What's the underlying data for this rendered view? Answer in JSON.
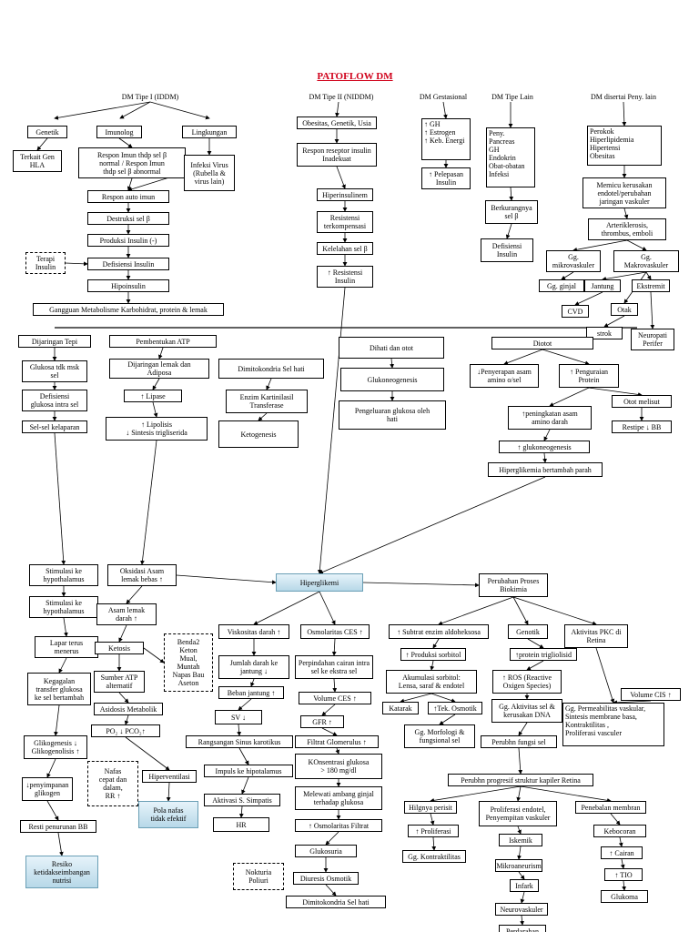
{
  "title": "PATOFLOW DM",
  "columns": [
    "DM Tipe I (IDDM)",
    "DM Tipe II (NIDDM)",
    "DM Gestasional",
    "DM Tipe Lain",
    "DM disertai Peny. lain"
  ],
  "nodes": [
    {
      "id": "genetik",
      "text": "Genetik"
    },
    {
      "id": "imunolog",
      "text": "Imunolog"
    },
    {
      "id": "lingkungan",
      "text": "Lingkungan"
    },
    {
      "id": "gen_hla",
      "text": "Terkait Gen\nHLA"
    },
    {
      "id": "respon_imun",
      "text": "Respon Imun thdp sel β\nnormal / Respon Imun\nthdp sel β abnormal"
    },
    {
      "id": "infeksi",
      "text": "Infeksi Virus\n(Rubella &\nvirus lain)"
    },
    {
      "id": "auto_imun",
      "text": "Respon auto imun"
    },
    {
      "id": "destruksi",
      "text": "Destruksi sel β"
    },
    {
      "id": "produksi_insulin",
      "text": "Produksi Insulin (-)"
    },
    {
      "id": "terapi",
      "text": "Terapi\nInsulin"
    },
    {
      "id": "defisiensi1",
      "text": "Defisiensi Insulin"
    },
    {
      "id": "hipoinsulin",
      "text": "Hipoinsulin"
    },
    {
      "id": "gangguan",
      "text": "Gangguan Metabolisme Karbohidrat, protein & lemak"
    },
    {
      "id": "obesitas",
      "text": "Obesitas, Genetik, Usia"
    },
    {
      "id": "respon_reseptor",
      "text": "Respon reseptor insulin\nInadekuat"
    },
    {
      "id": "hiperinsulinem",
      "text": "Hiperinsulinem"
    },
    {
      "id": "resistensi_terk",
      "text": "Resistensi\nterkompensasi"
    },
    {
      "id": "kelelahan",
      "text": "Kelelahan sel β"
    },
    {
      "id": "resistensi_ins",
      "text": "↑ Resistensi\nInsulin"
    },
    {
      "id": "gest_hormon",
      "text": "↑ GH\n↑ Estrogen\n↑ Keb. Energi"
    },
    {
      "id": "pelepasan",
      "text": "↑ Pelepasan\nInsulin"
    },
    {
      "id": "lain_list",
      "text": "Peny.\nPancreas\nGH\nEndokrin\nObat-obatan\nInfeksi"
    },
    {
      "id": "berkurang",
      "text": "Berkurangnya\nsel β"
    },
    {
      "id": "defisiensi2",
      "text": "Defisiensi\nInsulin"
    },
    {
      "id": "peny_list",
      "text": "Perokok\nHiperlipidemia\nHipertensi\nObesitas"
    },
    {
      "id": "memicu",
      "text": "Memicu kerusakan\nendotel/perubahan\njaringan vaskuler"
    },
    {
      "id": "arteriosk",
      "text": "Arteriklerosis,\nthrombus, emboli"
    },
    {
      "id": "gg_mikro",
      "text": "Gg.\nmikrovaskuler"
    },
    {
      "id": "gg_makro",
      "text": "Gg.\nMakrovaskuler"
    },
    {
      "id": "gg_ginjal",
      "text": "Gg. ginjal"
    },
    {
      "id": "jantung",
      "text": "Jantung"
    },
    {
      "id": "ekstremit",
      "text": "Ekstremit"
    },
    {
      "id": "cvd",
      "text": "CVD"
    },
    {
      "id": "otak",
      "text": "Otak"
    },
    {
      "id": "strok",
      "text": "strok"
    },
    {
      "id": "neuropati",
      "text": "Neuropati\nPerifer"
    },
    {
      "id": "dijaringan_tepi",
      "text": "Dijaringan Tepi"
    },
    {
      "id": "pembentukan",
      "text": "Pembentukan ATP"
    },
    {
      "id": "glukosa_tidak",
      "text": "Glukosa tdk msk\nsel"
    },
    {
      "id": "dijaringan_lemak",
      "text": "Dijaringan lemak dan\nAdiposa"
    },
    {
      "id": "dimitokondria1",
      "text": "Dimitokondria Sel hati"
    },
    {
      "id": "defisiensi_glu",
      "text": "Defisiensi\nglukosa intra sel"
    },
    {
      "id": "lipase",
      "text": "↑ Lipase"
    },
    {
      "id": "enzim",
      "text": "Enzim Kartinilasil\nTransferase"
    },
    {
      "id": "sel_kelaparan",
      "text": "Sel-sel kelaparan"
    },
    {
      "id": "lipolisis",
      "text": "↑ Lipolisis\n↓ Sintesis trigliserida"
    },
    {
      "id": "ketogenesis",
      "text": "Ketogenesis"
    },
    {
      "id": "dihati",
      "text": "Dihati dan otot"
    },
    {
      "id": "glukoneo1",
      "text": "Glukoneogenesis"
    },
    {
      "id": "pengeluaran",
      "text": "Pengeluaran glukosa oleh\nhati"
    },
    {
      "id": "diotot",
      "text": "Diotot"
    },
    {
      "id": "penyerapan",
      "text": "↓Penyerapan asam\namino o/sel"
    },
    {
      "id": "penguraian",
      "text": "↑ Penguraian\nProtein"
    },
    {
      "id": "otot_melisut",
      "text": "Otot melisut"
    },
    {
      "id": "peningkatan_asam",
      "text": "↑peningkatan asam\namino darah"
    },
    {
      "id": "restipe",
      "text": "Restipe ↓ BB"
    },
    {
      "id": "glukoneo2",
      "text": "↑ glukoneogenesis"
    },
    {
      "id": "hiperglikemia_parah",
      "text": "Hiperglikemia bertambah parah"
    },
    {
      "id": "stim1",
      "text": "Stimulasi ke\nhypothalamus"
    },
    {
      "id": "oksidasi",
      "text": "Oksidasi Asam\nlemak bebas ↑"
    },
    {
      "id": "hiperglikemi",
      "text": "Hiperglikemi"
    },
    {
      "id": "perubahan_proses",
      "text": "Perubahan Proses\nBiokimia"
    },
    {
      "id": "stim2",
      "text": "Stimulasi ke\nhypothalamus"
    },
    {
      "id": "asam_lemak",
      "text": "Asam lemak\ndarah ↑"
    },
    {
      "id": "lapar",
      "text": "Lapar terus\nmenerus"
    },
    {
      "id": "ketosis",
      "text": "Ketosis"
    },
    {
      "id": "benda2",
      "text": "Benda2\nKeton\nMual,\nMuntah\nNapas Bau\nAseton"
    },
    {
      "id": "kegagalan",
      "text": "Kegagalan\ntransfer glukosa\nke sel bertambah"
    },
    {
      "id": "sumber_atp",
      "text": "Sumber ATP\nalternatif"
    },
    {
      "id": "asidosis",
      "text": "Asidosis Metabolik"
    },
    {
      "id": "glikogenesis",
      "text": "Glikogenesis ↓\nGlikogenolisis ↑"
    },
    {
      "id": "po2",
      "text": "PO₂ ↓ PCO₂↑"
    },
    {
      "id": "nafas",
      "text": "Nafas\ncepat dan\ndalam,\nRR ↑"
    },
    {
      "id": "hiperventilasi",
      "text": "Hiperventilasi"
    },
    {
      "id": "penyimpanan",
      "text": "↓penyimpanan\nglikogen"
    },
    {
      "id": "pola_nafas",
      "text": "Pola nafas\ntidak efektif"
    },
    {
      "id": "resti_bb",
      "text": "Resti penurunan BB"
    },
    {
      "id": "resiko",
      "text": "Resiko\nketidakseimbangan\nnutrisi"
    },
    {
      "id": "viskositas",
      "text": "Viskositas darah ↑"
    },
    {
      "id": "osmolaritas",
      "text": "Osmolaritas CES ↑"
    },
    {
      "id": "subtrat",
      "text": "↑ Subtrat enzim aldoheksosa"
    },
    {
      "id": "genotik",
      "text": "Genotik"
    },
    {
      "id": "aktivitas_pkc",
      "text": "Aktivitas PKC di\nRetina"
    },
    {
      "id": "jumlah_darah",
      "text": "Jumlah darah ke\njantung ↓"
    },
    {
      "id": "perpindahan",
      "text": "Perpindahan cairan intra\nsel ke ekstra sel"
    },
    {
      "id": "produksi_sorbitol",
      "text": "↑ Produksi sorbitol"
    },
    {
      "id": "protein_trig",
      "text": "↑protein trigliolisid"
    },
    {
      "id": "beban_jantung",
      "text": "Beban jantung ↑"
    },
    {
      "id": "volume_ces",
      "text": "Volume CES ↑"
    },
    {
      "id": "akumulasi",
      "text": "Akumulasi sorbitol:\nLensa, saraf & endotel"
    },
    {
      "id": "ros",
      "text": "↑ ROS (Reactive\nOxigen Species)"
    },
    {
      "id": "volume_cis",
      "text": "Volume CIS ↑"
    },
    {
      "id": "sv",
      "text": "SV ↓"
    },
    {
      "id": "gfr",
      "text": "GFR ↑"
    },
    {
      "id": "katarak",
      "text": "Katarak"
    },
    {
      "id": "tek_osmotik",
      "text": "↑Tek. Osmotik"
    },
    {
      "id": "gg_aktivitas",
      "text": "Gg. Aktivitas sel &\nkerusakan DNA"
    },
    {
      "id": "gg_permeabilitas",
      "text": "Gg. Permeabilitas vaskular,\nSintesis membrane basa,\nKontraktilitas ,\nProliferasi vasculer"
    },
    {
      "id": "rangsangan",
      "text": "Rangsangan Sinus karotikus"
    },
    {
      "id": "filtrat",
      "text": "Filtrat Glomerulus ↑"
    },
    {
      "id": "gg_morfologi",
      "text": "Gg. Morfologi &\nfungsional sel"
    },
    {
      "id": "perubahan_fungsi",
      "text": "Perubhn fungsi sel"
    },
    {
      "id": "impuls",
      "text": "Impuls ke hipotalamus"
    },
    {
      "id": "konsentrasi",
      "text": "KOnsentrasi glukosa\n> 180 mg/dl"
    },
    {
      "id": "perubahan_progresif",
      "text": "Perubhn progresif struktur kapiler Retina"
    },
    {
      "id": "aktivasi",
      "text": "Aktivasi S. Simpatis"
    },
    {
      "id": "melewati",
      "text": "Melewati ambang ginjal\nterhadap glukosa"
    },
    {
      "id": "hilangnya",
      "text": "Hilgnya perisit"
    },
    {
      "id": "proliferasi_endotel",
      "text": "Proliferasi endotel,\nPenyempitan vaskuler"
    },
    {
      "id": "penebalan",
      "text": "Penebalan membran"
    },
    {
      "id": "hr",
      "text": "HR"
    },
    {
      "id": "osmolaritas_filtrat",
      "text": "↑ Osmolaritas Filtrat"
    },
    {
      "id": "proliferasi",
      "text": "↑ Proliferasi"
    },
    {
      "id": "iskemik",
      "text": "Iskemik"
    },
    {
      "id": "kebocoran",
      "text": "Kebocoran"
    },
    {
      "id": "glukosuria",
      "text": "Glukosuria"
    },
    {
      "id": "gg_kontraktilitas",
      "text": "Gg. Kontraktilitas"
    },
    {
      "id": "mikroaneurisma",
      "text": "Mikroaneurism"
    },
    {
      "id": "cairan",
      "text": "↑ Cairan"
    },
    {
      "id": "nokturia",
      "text": "Nokturia\nPoliuri"
    },
    {
      "id": "diuresis",
      "text": "Diuresis Osmotik"
    },
    {
      "id": "infark",
      "text": "Infark"
    },
    {
      "id": "tio",
      "text": "↑ TIO"
    },
    {
      "id": "dimitokondria2",
      "text": "Dimitokondria Sel hati"
    },
    {
      "id": "neurovaskuler",
      "text": "Neurovaskuler"
    },
    {
      "id": "glukoma",
      "text": "Glukoma"
    },
    {
      "id": "perdarahan",
      "text": "Perdarahan"
    }
  ],
  "edges": [
    [
      "genetik",
      "gen_hla"
    ],
    [
      "imunolog",
      "respon_imun"
    ],
    [
      "lingkungan",
      "infeksi"
    ],
    [
      "respon_imun",
      "auto_imun"
    ],
    [
      "infeksi",
      "auto_imun"
    ],
    [
      "auto_imun",
      "destruksi"
    ],
    [
      "destruksi",
      "produksi_insulin"
    ],
    [
      "produksi_insulin",
      "defisiensi1"
    ],
    [
      "terapi",
      "defisiensi1"
    ],
    [
      "defisiensi1",
      "hipoinsulin"
    ],
    [
      "hipoinsulin",
      "gangguan"
    ],
    [
      "obesitas",
      "respon_reseptor"
    ],
    [
      "respon_reseptor",
      "hiperinsulinem"
    ],
    [
      "hiperinsulinem",
      "resistensi_terk"
    ],
    [
      "resistensi_terk",
      "kelelahan"
    ],
    [
      "kelelahan",
      "resistensi_ins"
    ],
    [
      "gest_hormon",
      "pelepasan"
    ],
    [
      "lain_list",
      "berkurang"
    ],
    [
      "berkurang",
      "defisiensi2"
    ],
    [
      "peny_list",
      "memicu"
    ],
    [
      "memicu",
      "arteriosk"
    ],
    [
      "arteriosk",
      "gg_mikro"
    ],
    [
      "arteriosk",
      "gg_makro"
    ],
    [
      "gg_mikro",
      "gg_ginjal"
    ],
    [
      "gg_makro",
      "jantung"
    ],
    [
      "gg_makro",
      "ekstremit"
    ],
    [
      "gg_makro",
      "otak"
    ],
    [
      "jantung",
      "cvd"
    ],
    [
      "otak",
      "strok"
    ],
    [
      "ekstremit",
      "neuropati"
    ],
    [
      "dijaringan_tepi",
      "glukosa_tidak"
    ],
    [
      "glukosa_tidak",
      "defisiensi_glu"
    ],
    [
      "defisiensi_glu",
      "sel_kelaparan"
    ],
    [
      "pembentukan",
      "dijaringan_lemak"
    ],
    [
      "dijaringan_lemak",
      "lipase"
    ],
    [
      "lipase",
      "lipolisis"
    ],
    [
      "dimitokondria1",
      "enzim"
    ],
    [
      "enzim",
      "ketogenesis"
    ],
    [
      "dihati",
      "glukoneo1"
    ],
    [
      "glukoneo1",
      "pengeluaran"
    ],
    [
      "diotot",
      "penyerapan"
    ],
    [
      "diotot",
      "penguraian"
    ],
    [
      "penguraian",
      "otot_melisut"
    ],
    [
      "otot_melisut",
      "restipe"
    ],
    [
      "penguraian",
      "peningkatan_asam"
    ],
    [
      "peningkatan_asam",
      "glukoneo2"
    ],
    [
      "glukoneo2",
      "hiperglikemia_parah"
    ],
    [
      "sel_kelaparan",
      "stim1"
    ],
    [
      "lipolisis",
      "oksidasi"
    ],
    [
      "stim1",
      "stim2"
    ],
    [
      "oksidasi",
      "asam_lemak"
    ],
    [
      "stim2",
      "lapar"
    ],
    [
      "asam_lemak",
      "ketosis"
    ],
    [
      "lapar",
      "kegagalan"
    ],
    [
      "ketosis",
      "sumber_atp"
    ],
    [
      "ketosis",
      "benda2"
    ],
    [
      "sumber_atp",
      "asidosis"
    ],
    [
      "kegagalan",
      "glikogenesis"
    ],
    [
      "asidosis",
      "po2"
    ],
    [
      "po2",
      "hiperventilasi"
    ],
    [
      "hiperventilasi",
      "pola_nafas"
    ],
    [
      "glikogenesis",
      "penyimpanan"
    ],
    [
      "penyimpanan",
      "resti_bb"
    ],
    [
      "resti_bb",
      "resiko"
    ],
    [
      "hiperglikemi",
      "perubahan_proses"
    ],
    [
      "hiperglikemi",
      "viskositas"
    ],
    [
      "hiperglikemi",
      "osmolaritas"
    ],
    [
      "perubahan_proses",
      "subtrat"
    ],
    [
      "perubahan_proses",
      "genotik"
    ],
    [
      "perubahan_proses",
      "aktivitas_pkc"
    ],
    [
      "viskositas",
      "jumlah_darah"
    ],
    [
      "jumlah_darah",
      "beban_jantung"
    ],
    [
      "beban_jantung",
      "sv"
    ],
    [
      "sv",
      "rangsangan"
    ],
    [
      "rangsangan",
      "impuls"
    ],
    [
      "impuls",
      "aktivasi"
    ],
    [
      "aktivasi",
      "hr"
    ],
    [
      "osmolaritas",
      "perpindahan"
    ],
    [
      "perpindahan",
      "volume_ces"
    ],
    [
      "volume_ces",
      "gfr"
    ],
    [
      "gfr",
      "filtrat"
    ],
    [
      "filtrat",
      "konsentrasi"
    ],
    [
      "konsentrasi",
      "melewati"
    ],
    [
      "melewati",
      "osmolaritas_filtrat"
    ],
    [
      "osmolaritas_filtrat",
      "glukosuria"
    ],
    [
      "glukosuria",
      "diuresis"
    ],
    [
      "diuresis",
      "dimitokondria2"
    ],
    [
      "subtrat",
      "produksi_sorbitol"
    ],
    [
      "produksi_sorbitol",
      "akumulasi"
    ],
    [
      "akumulasi",
      "katarak"
    ],
    [
      "akumulasi",
      "tek_osmotik"
    ],
    [
      "tek_osmotik",
      "gg_morfologi"
    ],
    [
      "genotik",
      "protein_trig"
    ],
    [
      "protein_trig",
      "ros"
    ],
    [
      "ros",
      "gg_aktivitas"
    ],
    [
      "gg_aktivitas",
      "perubahan_fungsi"
    ],
    [
      "aktivitas_pkc",
      "gg_permeabilitas"
    ],
    [
      "perubahan_fungsi",
      "perubahan_progresif"
    ],
    [
      "perubahan_progresif",
      "hilangnya"
    ],
    [
      "perubahan_progresif",
      "proliferasi_endotel"
    ],
    [
      "perubahan_progresif",
      "penebalan"
    ],
    [
      "hilangnya",
      "proliferasi"
    ],
    [
      "proliferasi",
      "gg_kontraktilitas"
    ],
    [
      "proliferasi_endotel",
      "iskemik"
    ],
    [
      "iskemik",
      "mikroaneurisma"
    ],
    [
      "mikroaneurisma",
      "infark"
    ],
    [
      "infark",
      "neurovaskuler"
    ],
    [
      "neurovaskuler",
      "perdarahan"
    ],
    [
      "penebalan",
      "kebocoran"
    ],
    [
      "kebocoran",
      "cairan"
    ],
    [
      "cairan",
      "tio"
    ],
    [
      "tio",
      "glukoma"
    ],
    [
      "hiperglikemia_parah",
      "hiperglikemi"
    ],
    [
      "oksidasi",
      "hiperglikemi"
    ],
    [
      "resistensi_ins",
      "hiperglikemi"
    ],
    [
      "volume_cis",
      "gg_permeabilitas"
    ]
  ]
}
